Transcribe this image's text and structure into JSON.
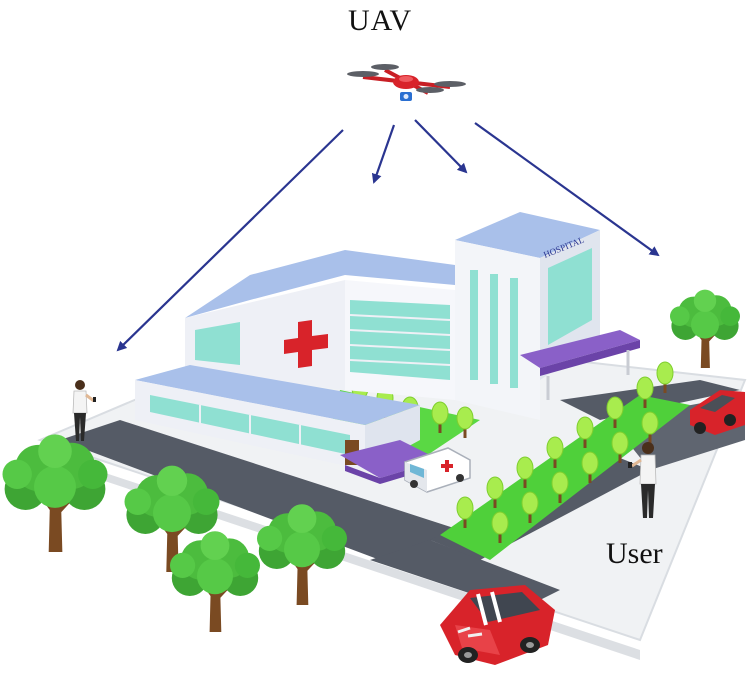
{
  "labels": {
    "uav": "UAV",
    "user": "User",
    "building_sign": "HOSPITAL"
  },
  "icons": {
    "drone": "drone-icon",
    "hospital": "hospital-building-icon",
    "ambulance": "ambulance-icon",
    "car": "car-icon",
    "person": "person-with-phone-icon",
    "tree": "tree-icon",
    "arrow": "signal-arrow-icon"
  },
  "colors": {
    "arrow": "#2a3590",
    "cross": "#d8232a",
    "roof": "#a9c0ea",
    "wall": "#eef0f6",
    "glass": "#8fe0d2",
    "road": "#555b66",
    "grass": "#4fd03a",
    "tree": "#45b83a",
    "trunk": "#7a4a22",
    "car": "#d8232a",
    "canopy": "#8a60c8"
  }
}
